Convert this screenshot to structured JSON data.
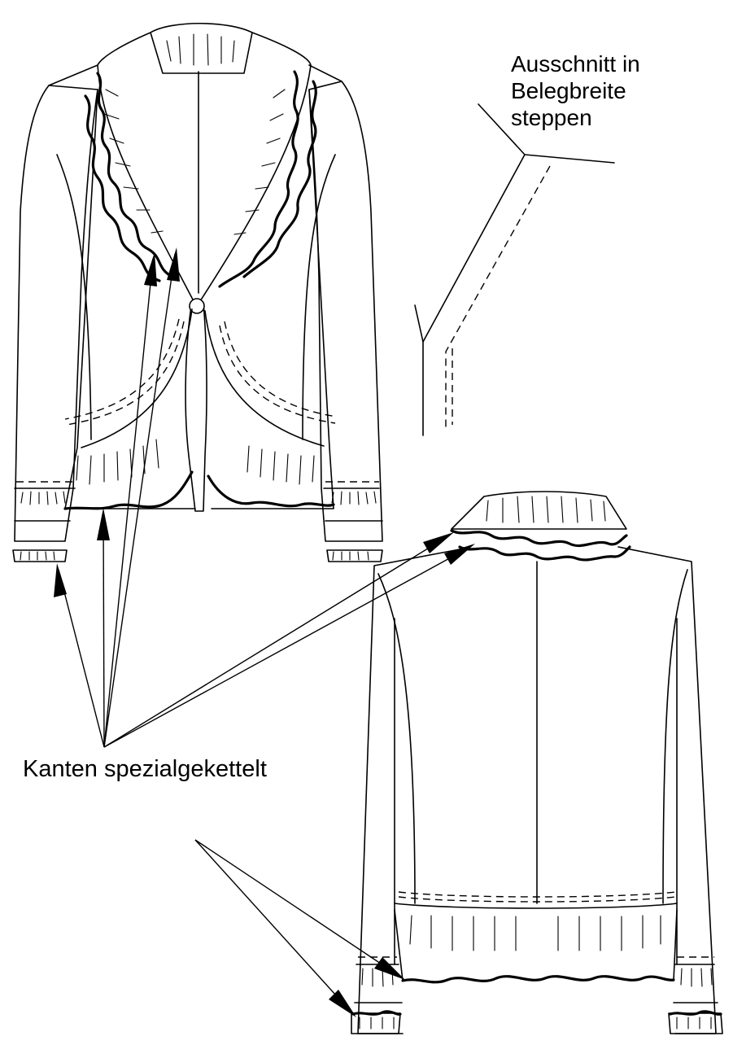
{
  "annotations": {
    "detail_label_lines": [
      "Ausschnitt in",
      "Belegbreite",
      "steppen"
    ],
    "edges_label": "Kanten spezialgekettelt"
  },
  "colors": {
    "line": "#000000",
    "background": "#ffffff"
  }
}
